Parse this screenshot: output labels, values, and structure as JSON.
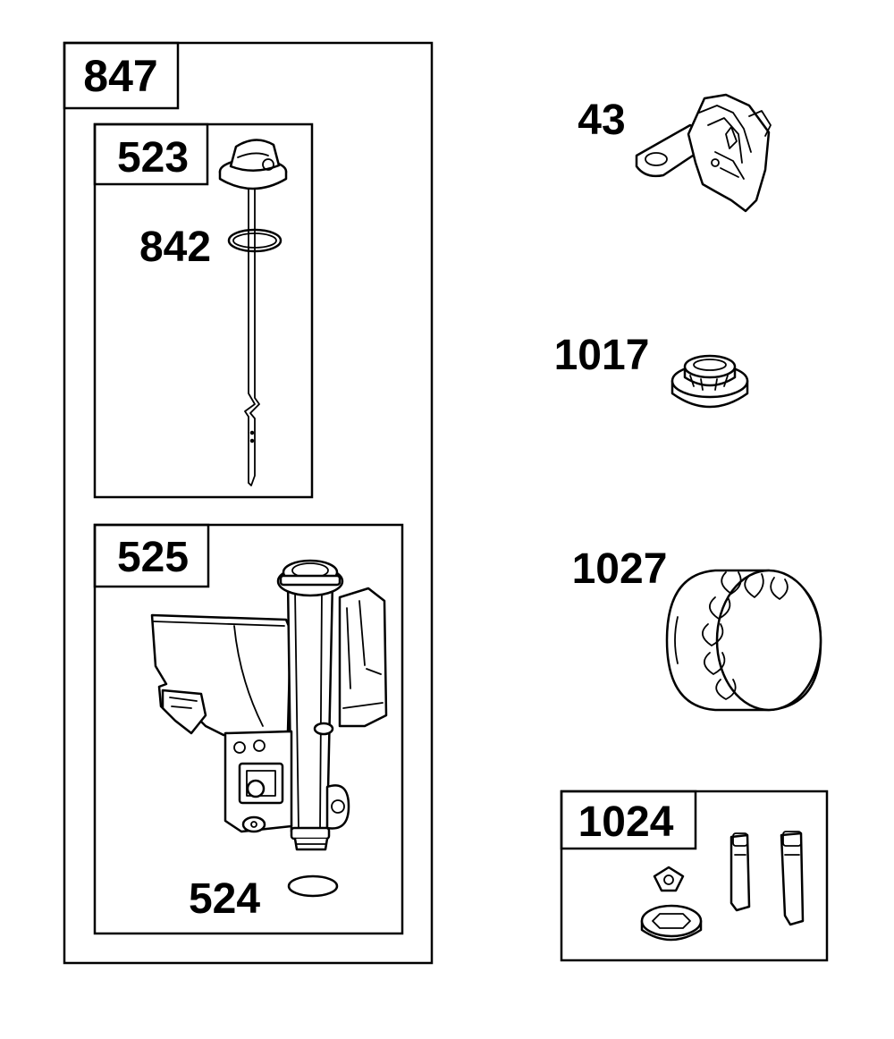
{
  "callouts": {
    "kit_847": "847",
    "kit_523": "523",
    "part_842": "842",
    "kit_525": "525",
    "part_524": "524",
    "part_43": "43",
    "part_1017": "1017",
    "part_1027": "1027",
    "kit_1024": "1024"
  }
}
